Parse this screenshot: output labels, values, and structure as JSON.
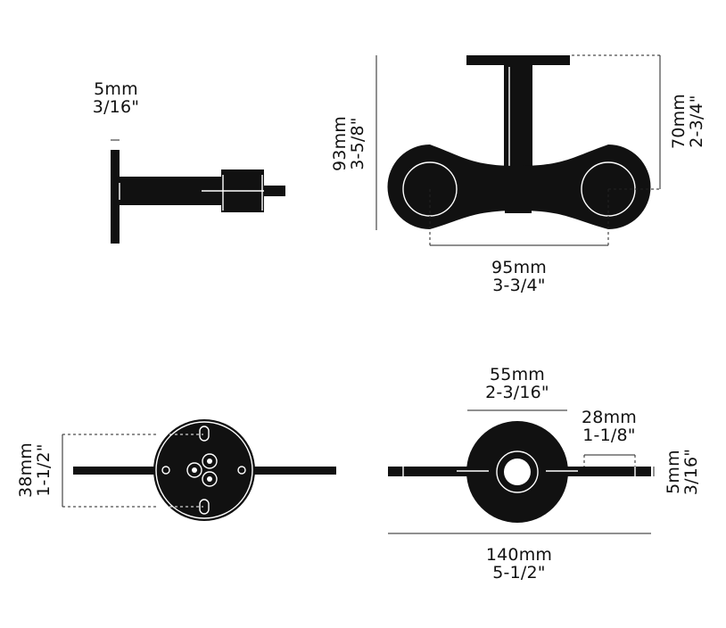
{
  "colors": {
    "ink": "#111111",
    "paper": "#ffffff"
  },
  "dimensions": {
    "side_plate_thickness": {
      "mm": "5mm",
      "inch": "3/16\""
    },
    "front_height": {
      "mm": "93mm",
      "inch": "3-5/8\""
    },
    "front_projection": {
      "mm": "70mm",
      "inch": "2-3/4\""
    },
    "front_width": {
      "mm": "95mm",
      "inch": "3-3/4\""
    },
    "back_hole_spacing": {
      "mm": "38mm",
      "inch": "1-1/2\""
    },
    "top_rose_diameter": {
      "mm": "55mm",
      "inch": "2-3/16\""
    },
    "top_bar_offset": {
      "mm": "28mm",
      "inch": "1-1/8\""
    },
    "top_bar_thickness": {
      "mm": "5mm",
      "inch": "3/16\""
    },
    "top_total_length": {
      "mm": "140mm",
      "inch": "5-1/2\""
    }
  }
}
